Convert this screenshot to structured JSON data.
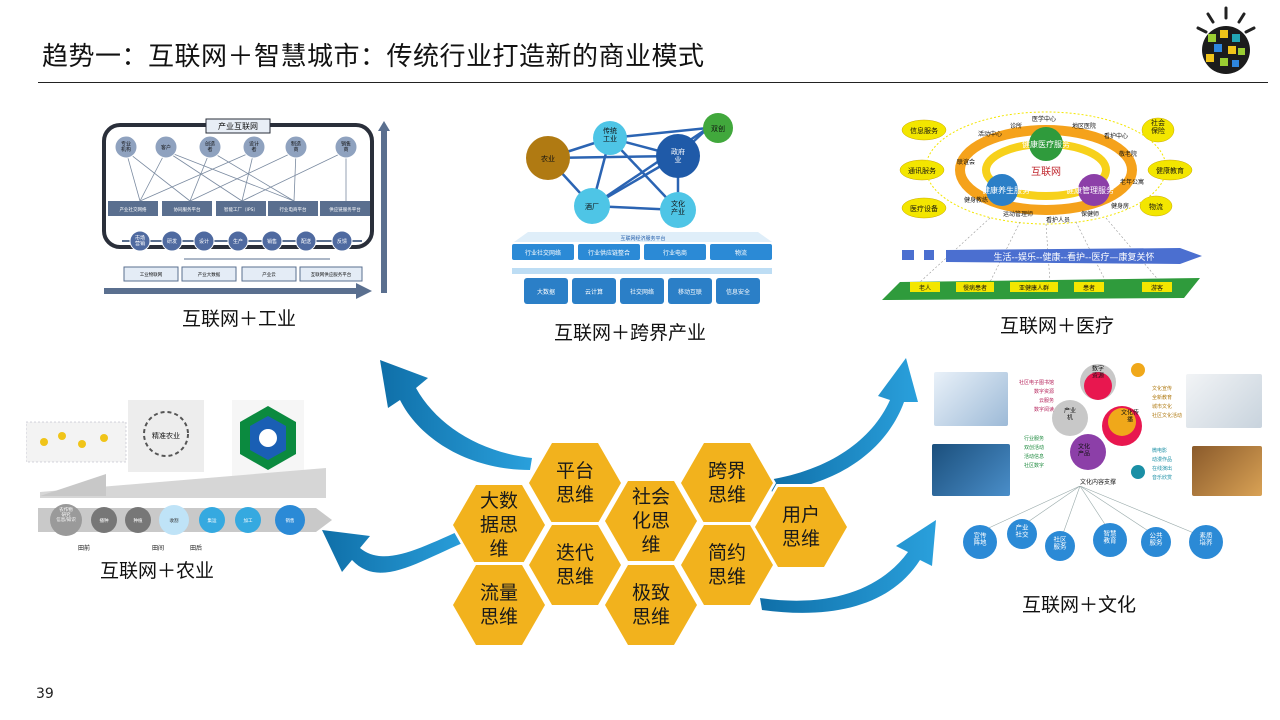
{
  "title": "趋势一：互联网＋智慧城市：传统行业打造新的商业模式",
  "page_number": "39",
  "colors": {
    "accent_blue": "#1b8ccf",
    "hex_yellow": "#f2b21d",
    "panel_blue": "#4a7bbf"
  },
  "hexagons": [
    {
      "label": "大数\n据思\n维"
    },
    {
      "label": "平台\n思维"
    },
    {
      "label": "社会\n化思\n维"
    },
    {
      "label": "跨界\n思维"
    },
    {
      "label": "用户\n思维"
    },
    {
      "label": "迭代\n思维"
    },
    {
      "label": "简约\n思维"
    },
    {
      "label": "流量\n思维"
    },
    {
      "label": "极致\n思维"
    }
  ],
  "industry": {
    "caption": "互联网＋工业",
    "header": "产业互联网",
    "top_nodes": [
      "专业\n机构",
      "客户",
      "创造\n者",
      "设计\n者",
      "制造\n商",
      "销售\n商"
    ],
    "platforms": [
      "产业社交网络",
      "协同服务平台",
      "智能工厂（IPS）",
      "行业电商平台",
      "供应链服务平台"
    ],
    "chain_nodes": [
      "市场\n营销",
      "研发",
      "设计",
      "生产",
      "销售",
      "配送",
      "反馈"
    ],
    "bottom_boxes": [
      "工业物联网",
      "产业大数据",
      "产业云",
      "互联网供应服务平台"
    ]
  },
  "cross": {
    "caption": "互联网＋跨界产业",
    "nodes": [
      "农业",
      "传统\n工业",
      "双创",
      "政府\n业",
      "酒厂",
      "文化\n产业"
    ],
    "platform_label": "互联网经济服务平台",
    "row1": [
      "行业社交网络",
      "行业供应链整合",
      "行业电商",
      "物流"
    ],
    "row2": [
      "大数据",
      "云计算",
      "社交网络",
      "移动互联",
      "信息安全"
    ]
  },
  "medical": {
    "caption": "互联网＋医疗",
    "center": "互联网",
    "rings": [
      "健康医疗服务",
      "健康养生服务",
      "健康管理服务"
    ],
    "outer_labels": [
      "信息服务",
      "社会\n保险",
      "通讯服务",
      "健康教育",
      "医疗设备",
      "物流"
    ],
    "inner_labels": [
      "医学中心",
      "诊所",
      "地区医院",
      "活动中心",
      "看护中心",
      "敬老院",
      "联谊会",
      "老年公寓",
      "健身教练",
      "健身房",
      "运动管理师",
      "看护人员",
      "保健师"
    ],
    "flow": "生活--娱乐--健康--看护--医疗—康复关怀",
    "groups": [
      "老人",
      "慢病患者",
      "亚健康人群",
      "患者",
      "游客"
    ]
  },
  "agriculture": {
    "caption": "互联网＋农业",
    "thumb_label": "精准农业",
    "stages": [
      "农作物\n研究\n信息/知识",
      "播种",
      "种植",
      "收割",
      "集运",
      "加工",
      "销售"
    ],
    "phases": [
      "田前",
      "田间",
      "田后"
    ]
  },
  "culture": {
    "caption": "互联网＋文化",
    "center_items": [
      "数字\n资源",
      "产业\n机",
      "文化传\n播",
      "文化\n产品"
    ],
    "support": "文化内容支撑",
    "left_list1": [
      "社区电子图书馆",
      "数字资源",
      "云服务",
      "数字阅读"
    ],
    "left_list2": [
      "行业服务",
      "双创活动",
      "活动信息",
      "社区数字"
    ],
    "right_list1": [
      "文化宣传",
      "全新教育",
      "城市文化",
      "社区文化活动"
    ],
    "right_list2": [
      "微电影",
      "动漫作品",
      "在线演出",
      "音乐欣赏"
    ],
    "bubbles": [
      "宣传\n阵地",
      "产业\n社交",
      "社区\n服务",
      "智慧\n教育",
      "公共\n服务",
      "素质\n培养"
    ]
  }
}
